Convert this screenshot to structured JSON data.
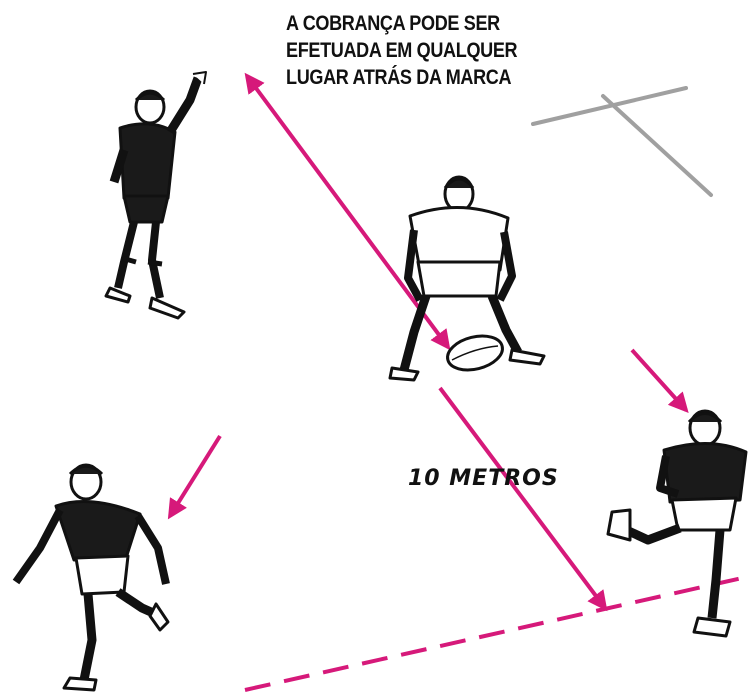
{
  "caption": {
    "lines": [
      "A COBRANÇA PODE SER",
      "EFETUADA EM QUALQUER",
      "LUGAR ATRÁS DA MARCA"
    ]
  },
  "distance_label": "10 METROS",
  "colors": {
    "arrow": "#d6197a",
    "goal_post": "#a0a0a0",
    "ink": "#111111",
    "jersey": "#1a1a1a"
  }
}
